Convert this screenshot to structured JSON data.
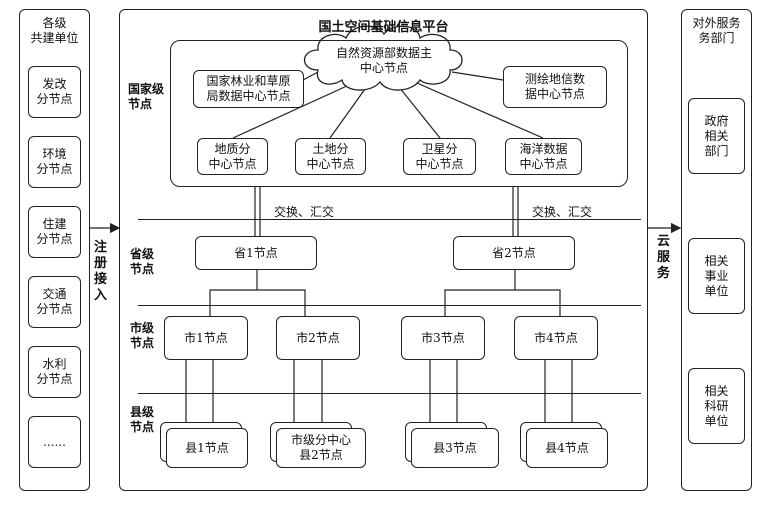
{
  "left_panel": {
    "title": "各级\n共建单位",
    "items": [
      "发改\n分节点",
      "环境\n分节点",
      "住建\n分节点",
      "交通\n分节点",
      "水利\n分节点",
      "......"
    ]
  },
  "left_arrow_label": "注\n册\n接\n入",
  "platform": {
    "title": "国土空间基础信息平台",
    "national": {
      "label": "国家级\n节点",
      "cloud": "自然资源部数据主\n中心节点",
      "forestry": "国家林业和草原\n局数据中心节点",
      "survey": "测绘地信数\n据中心节点",
      "sub": [
        "地质分\n中心节点",
        "土地分\n中心节点",
        "卫星分\n中心节点",
        "海洋数据\n中心节点"
      ]
    },
    "exchange": [
      "交换、汇交",
      "交换、汇交"
    ],
    "province": {
      "label": "省级\n节点",
      "nodes": [
        "省1节点",
        "省2节点"
      ]
    },
    "city": {
      "label": "市级\n节点",
      "nodes": [
        "市1节点",
        "市2节点",
        "市3节点",
        "市4节点"
      ]
    },
    "county": {
      "label": "县级\n节点",
      "nodes": [
        "县1节点",
        "市级分中心\n县2节点",
        "县3节点",
        "县4节点"
      ]
    }
  },
  "right_arrow_label": "云\n服\n务",
  "right_panel": {
    "title": "对外服务\n务部门",
    "items": [
      "政府\n相关\n部门",
      "相关\n事业\n单位",
      "相关\n科研\n单位"
    ]
  }
}
